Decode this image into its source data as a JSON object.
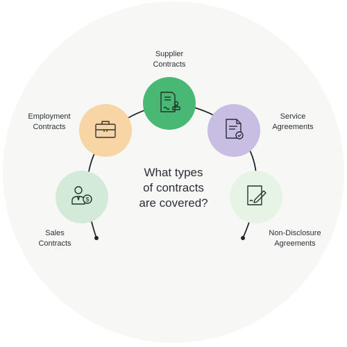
{
  "center_title": {
    "line1": "What types",
    "line2": "of contracts",
    "line3": "are covered?"
  },
  "nodes": [
    {
      "icon": "contract-stamp-icon",
      "color": "#48b874",
      "label_line1": "Supplier",
      "label_line2": "Contracts"
    },
    {
      "icon": "briefcase-icon",
      "color": "#f7d5a4",
      "label_line1": "Employment",
      "label_line2": "Contracts"
    },
    {
      "icon": "document-check-icon",
      "color": "#c8bee3",
      "label_line1": "Service",
      "label_line2": "Agreements"
    },
    {
      "icon": "salesperson-icon",
      "color": "#d4ead9",
      "label_line1": "Sales",
      "label_line2": "Contracts"
    },
    {
      "icon": "signing-pen-icon",
      "color": "#e7f3e5",
      "label_line1": "Non-Disclosure",
      "label_line2": "Agreements"
    }
  ],
  "colors": {
    "background_circle": "#f7f8f6",
    "arc": "#20262c",
    "text": "#2a2f35"
  }
}
